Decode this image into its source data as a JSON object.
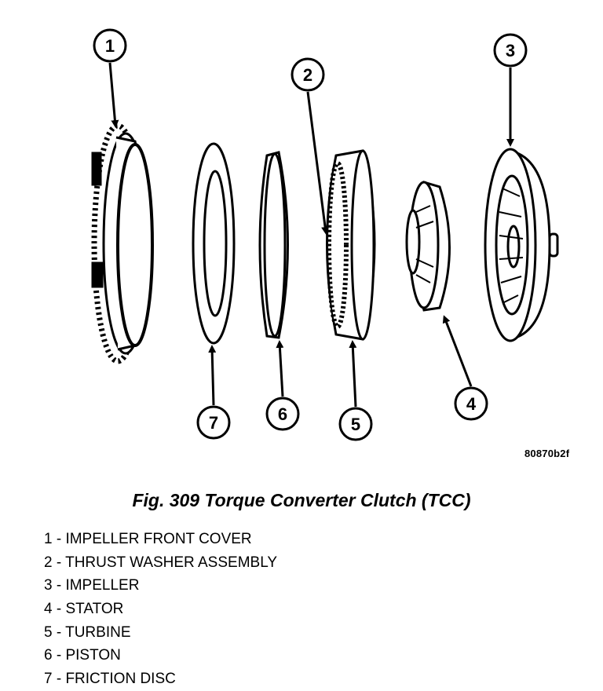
{
  "figure": {
    "code": "80870b2f",
    "caption": "Fig. 309 Torque Converter Clutch (TCC)"
  },
  "callouts": [
    "1",
    "2",
    "3",
    "4",
    "5",
    "6",
    "7"
  ],
  "legend": [
    "1 - IMPELLER FRONT COVER",
    "2 - THRUST WASHER ASSEMBLY",
    "3 - IMPELLER",
    "4 - STATOR",
    "5 - TURBINE",
    "6 - PISTON",
    "7 - FRICTION DISC"
  ]
}
